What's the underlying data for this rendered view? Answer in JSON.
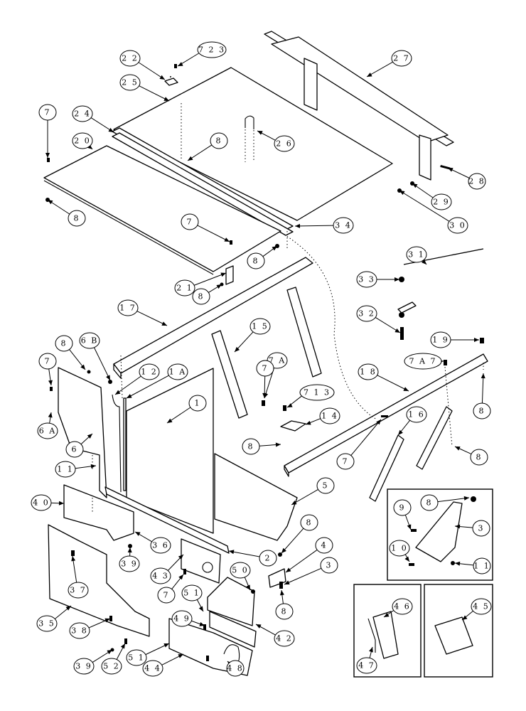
{
  "diagram": {
    "callouts": [
      {
        "id": "c-22",
        "text": "2 2"
      },
      {
        "id": "c-7-23",
        "text": "7 2 3"
      },
      {
        "id": "c-25",
        "text": "2 5"
      },
      {
        "id": "c-27",
        "text": "2 7"
      },
      {
        "id": "c-7a",
        "text": "7"
      },
      {
        "id": "c-24",
        "text": "2 4"
      },
      {
        "id": "c-20",
        "text": "2 0"
      },
      {
        "id": "c-8a",
        "text": "8"
      },
      {
        "id": "c-26",
        "text": "2 6"
      },
      {
        "id": "c-28",
        "text": "2 8"
      },
      {
        "id": "c-29",
        "text": "2 9"
      },
      {
        "id": "c-8b",
        "text": "8"
      },
      {
        "id": "c-30",
        "text": "3 0"
      },
      {
        "id": "c-7b",
        "text": "7"
      },
      {
        "id": "c-34",
        "text": "3 4"
      },
      {
        "id": "c-8c",
        "text": "8"
      },
      {
        "id": "c-21",
        "text": "2 1"
      },
      {
        "id": "c-8d",
        "text": "8"
      },
      {
        "id": "c-31",
        "text": "3 1"
      },
      {
        "id": "c-33",
        "text": "3 3"
      },
      {
        "id": "c-17",
        "text": "1 7"
      },
      {
        "id": "c-32",
        "text": "3 2"
      },
      {
        "id": "c-15",
        "text": "1 5"
      },
      {
        "id": "c-19",
        "text": "1 9"
      },
      {
        "id": "c-8e",
        "text": "8"
      },
      {
        "id": "c-6b",
        "text": "6 B"
      },
      {
        "id": "c-7c",
        "text": "7"
      },
      {
        "id": "c-12",
        "text": "1 2"
      },
      {
        "id": "c-1a",
        "text": "1 A"
      },
      {
        "id": "c-7a2",
        "text": "7 A"
      },
      {
        "id": "c-7a-7",
        "text": "7 A 7"
      },
      {
        "id": "c-18",
        "text": "1 8"
      },
      {
        "id": "c-7d",
        "text": "7"
      },
      {
        "id": "c-1",
        "text": "1"
      },
      {
        "id": "c-7-13",
        "text": "7 1 3"
      },
      {
        "id": "c-6a",
        "text": "6 A"
      },
      {
        "id": "c-14",
        "text": "1 4"
      },
      {
        "id": "c-16",
        "text": "1 6"
      },
      {
        "id": "c-8f",
        "text": "8"
      },
      {
        "id": "c-6",
        "text": "6"
      },
      {
        "id": "c-8g",
        "text": "8"
      },
      {
        "id": "c-7e",
        "text": "7"
      },
      {
        "id": "c-8h",
        "text": "8"
      },
      {
        "id": "c-11",
        "text": "1 1"
      },
      {
        "id": "c-5",
        "text": "5"
      },
      {
        "id": "c-40",
        "text": "4 0"
      },
      {
        "id": "c-9",
        "text": "9"
      },
      {
        "id": "c-8i",
        "text": "8"
      },
      {
        "id": "c-3",
        "text": "3"
      },
      {
        "id": "c-36",
        "text": "3 6"
      },
      {
        "id": "c-39a",
        "text": "3 9"
      },
      {
        "id": "c-8j",
        "text": "8"
      },
      {
        "id": "c-4",
        "text": "4"
      },
      {
        "id": "c-10",
        "text": "1 0"
      },
      {
        "id": "c-11b",
        "text": "1 1"
      },
      {
        "id": "c-43",
        "text": "4 3"
      },
      {
        "id": "c-2",
        "text": "2"
      },
      {
        "id": "c-37",
        "text": "3 7"
      },
      {
        "id": "c-7f",
        "text": "7"
      },
      {
        "id": "c-50",
        "text": "5 0"
      },
      {
        "id": "c-3b",
        "text": "3"
      },
      {
        "id": "c-51a",
        "text": "5 1"
      },
      {
        "id": "c-8k",
        "text": "8"
      },
      {
        "id": "c-35",
        "text": "3 5"
      },
      {
        "id": "c-46",
        "text": "4 6"
      },
      {
        "id": "c-45",
        "text": "4 5"
      },
      {
        "id": "c-49",
        "text": "4 9"
      },
      {
        "id": "c-38",
        "text": "3 8"
      },
      {
        "id": "c-42",
        "text": "4 2"
      },
      {
        "id": "c-39b",
        "text": "3 9"
      },
      {
        "id": "c-52",
        "text": "5 2"
      },
      {
        "id": "c-51b",
        "text": "5 1"
      },
      {
        "id": "c-44",
        "text": "4 4"
      },
      {
        "id": "c-48",
        "text": "4 8"
      },
      {
        "id": "c-47",
        "text": "4 7"
      }
    ]
  }
}
